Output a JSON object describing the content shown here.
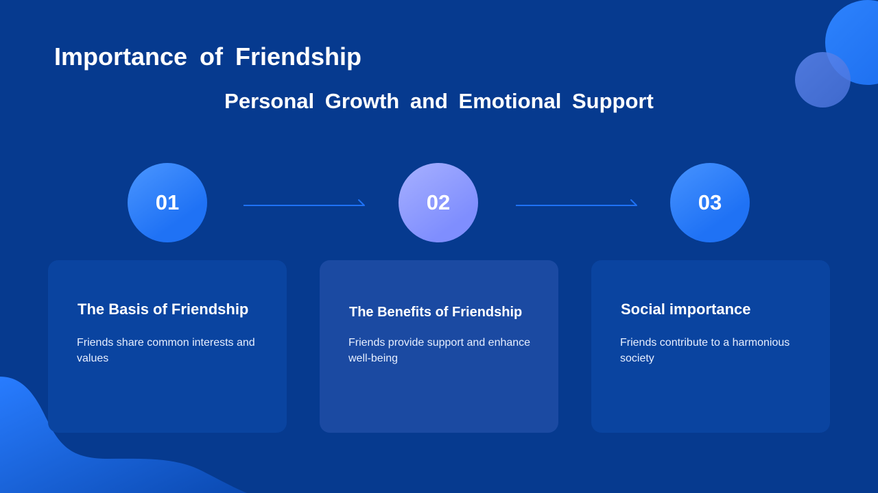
{
  "slide": {
    "title": "Importance  of  Friendship",
    "subtitle": "Personal  Growth  and  Emotional  Support",
    "steps": [
      {
        "number": "01",
        "title": "The Basis of Friendship",
        "description": "Friends share common interests and values"
      },
      {
        "number": "02",
        "title": "The Benefits of Friendship",
        "description": "Friends provide support and enhance well-being"
      },
      {
        "number": "03",
        "title": "Social importance",
        "description": "Friends contribute to a harmonious society"
      }
    ]
  },
  "colors": {
    "background": "#063a8f",
    "card": "#0a44a0",
    "highlight_card": "#1b4aa2",
    "accent_blue": "#1f72f5",
    "accent_violet": "#7f8efe",
    "text": "#ffffff"
  }
}
